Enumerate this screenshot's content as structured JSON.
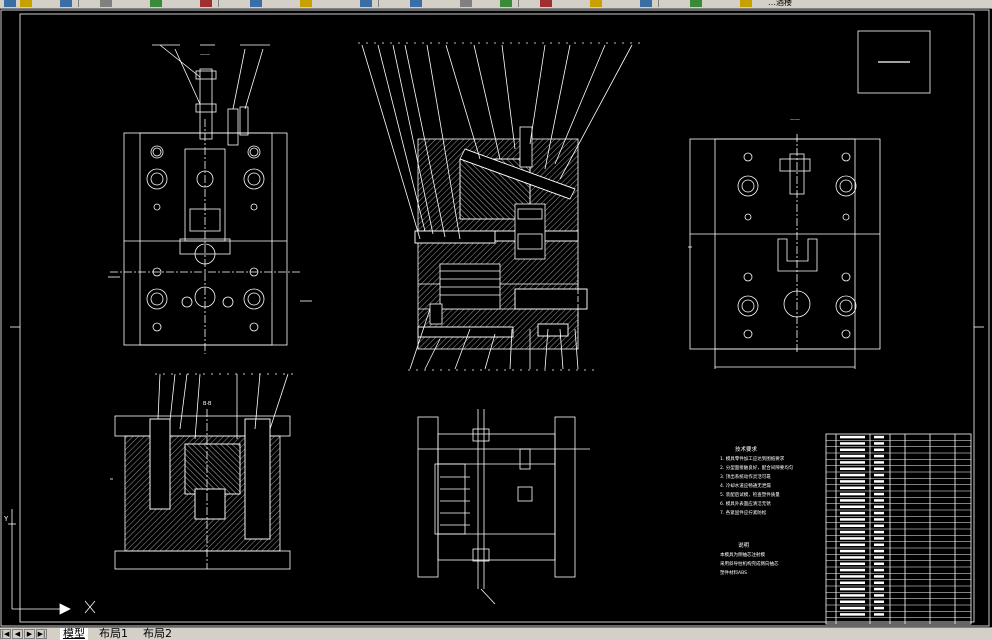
{
  "app": {
    "title_fragment": "…酒楼"
  },
  "toolbar": {
    "icons": [
      "new-icon",
      "open-icon",
      "save-icon",
      "print-icon",
      "preview-icon",
      "cut-icon",
      "copy-icon",
      "paste-icon",
      "undo-icon",
      "redo-icon",
      "pan-icon",
      "zoom-icon",
      "properties-icon",
      "layer-icon",
      "text-style-icon",
      "dim-style-icon",
      "help-icon"
    ]
  },
  "drawing": {
    "section_label_left": "B-B",
    "notes_heading": "技术要求",
    "notes_lines": [
      "1. 模具零件加工应达到图纸要求",
      "2. 分型面接触良好，配合间隙要均匀",
      "3. 顶出系统动作灵活可靠",
      "4. 冷却水道应畅通无泄漏",
      "5. 装配后试模，检查塑件质量",
      "6. 模具外表面应清洁无锈",
      "7. 各紧固件应拧紧防松"
    ],
    "notes_heading_2": "说明",
    "notes_lines_2": [
      "本模具为侧抽芯注射模",
      "采用斜导柱机构完成侧向抽芯",
      "塑件材料ABS"
    ],
    "ucs": {
      "x_label": "X",
      "y_label": "Y"
    }
  },
  "tabs": {
    "model": "模型",
    "layout1": "布局1",
    "layout2": "布局2"
  },
  "nav": {
    "first": "|◀",
    "prev": "◀",
    "next": "▶",
    "last": "▶|"
  },
  "colors": {
    "background": "#000000",
    "line": "#ffffff",
    "ui": "#d4d0c8"
  }
}
